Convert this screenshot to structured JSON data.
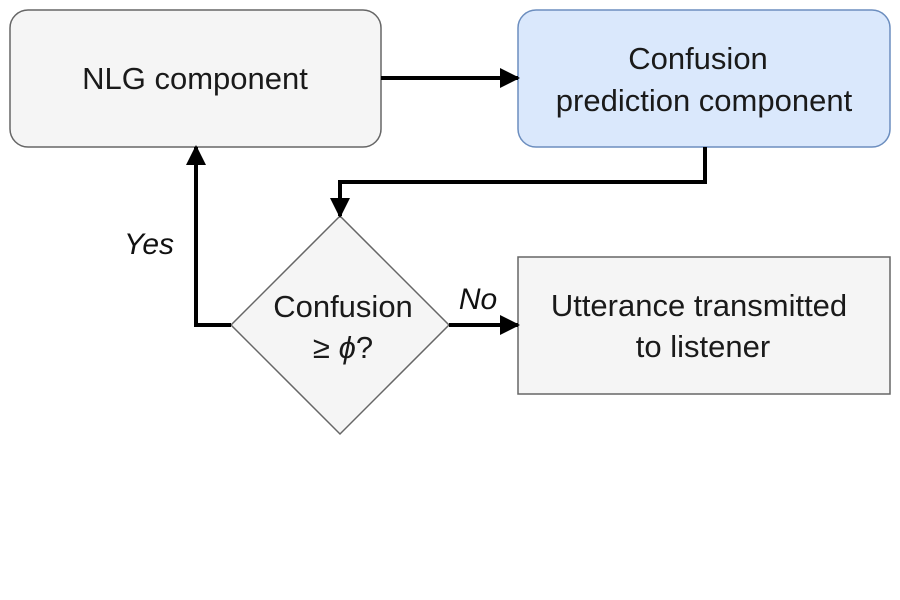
{
  "nodes": {
    "nlg": {
      "label": "NLG component"
    },
    "confusion_prediction": {
      "line1": "Confusion",
      "line2": "prediction component"
    },
    "decision": {
      "line1": "Confusion",
      "line2_prefix": "≥ ",
      "line2_symbol": "ϕ",
      "line2_suffix": "?"
    },
    "utterance": {
      "line1": "Utterance transmitted",
      "line2": "to listener"
    }
  },
  "edges": {
    "yes_label": "Yes",
    "no_label": "No"
  },
  "colors": {
    "box_fill": "#f5f5f5",
    "box_stroke": "#666666",
    "highlight_fill": "#dae8fc",
    "highlight_stroke": "#6c8ebf",
    "arrow": "#000000"
  }
}
